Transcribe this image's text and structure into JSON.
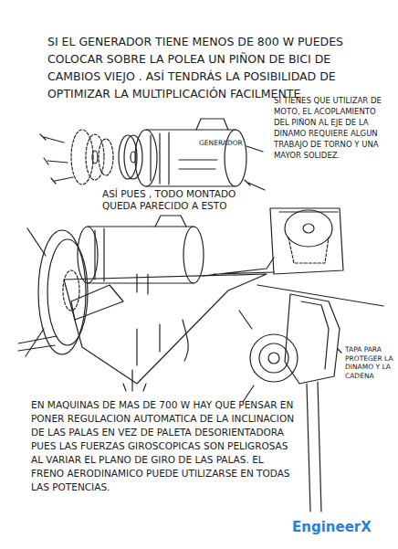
{
  "diagram": {
    "labels": [
      "SI EL GENERADOR TIENE MENOS DE 800 W PUEDES COLOCAR SOBRE LA POLEA UN PIÑON DE BICI DE CAMBIOS VIEJO . ASÍ TENDRÁS LA POSIBILIDAD DE OPTIMIZAR LA MULTIPLICACIÓN FACILMENTE",
      "GENERADOR",
      "SI TIENES QUE UTILIZAR DE MOTO, EL ACOPLAMIENTO DEL PIÑON AL EJE DE LA DINAMO REQUIERE ALGUN TRABAJO DE TORNO Y UNA MAYOR SOLIDEZ.",
      "ASÍ PUES , TODO MONTADO QUEDA PARECIDO A ESTO",
      "TAPA PARA PROTEGER LA DINAMO Y LA CADENA",
      "EN MAQUINAS DE MAS DE 700 W HAY QUE PENSAR EN PONER REGULACION AUTOMATICA DE LA INCLINACION DE LAS PALAS EN VEZ DE PALETA DESORIENTADORA PUES LAS FUERZAS GIROSCOPICAS SON PELIGROSAS AL VARIAR EL PLANO DE GIRO DE LAS PALAS. EL FRENO AERODINAMICO PUEDE UTILIZARSE EN TODAS LAS POTENCIAS.",
      "EngineerX"
    ]
  }
}
